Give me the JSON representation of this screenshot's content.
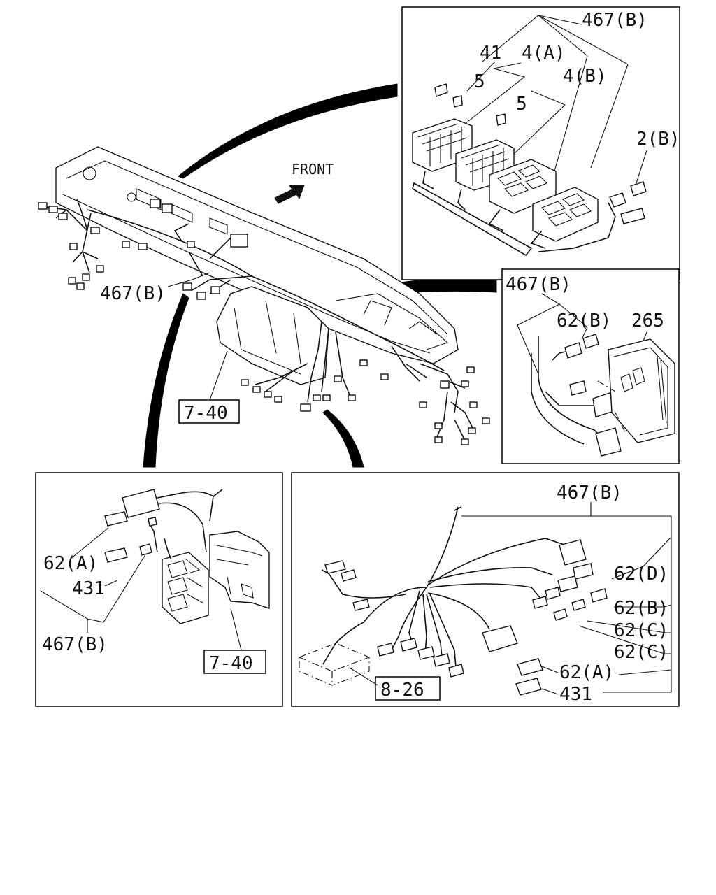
{
  "main_view": {
    "front_label": "FRONT",
    "callout_harness": "467(B)",
    "ref_box": "7-40"
  },
  "panel_top_right": {
    "c_467b": "467(B)",
    "c_41": "41",
    "c_4a": "4(A)",
    "c_5a": "5",
    "c_4b": "4(B)",
    "c_5b": "5",
    "c_2b": "2(B)"
  },
  "panel_mid_right": {
    "c_467b": "467(B)",
    "c_62b": "62(B)",
    "c_265": "265"
  },
  "panel_bottom_left": {
    "c_62a": "62(A)",
    "c_431": "431",
    "c_467b": "467(B)",
    "ref_box": "7-40"
  },
  "panel_bottom_right": {
    "c_467b": "467(B)",
    "c_62d": "62(D)",
    "c_62b": "62(B)",
    "c_62c_1": "62(C)",
    "c_62c_2": "62(C)",
    "c_62a": "62(A)",
    "c_431": "431",
    "ref_box": "8-26"
  }
}
